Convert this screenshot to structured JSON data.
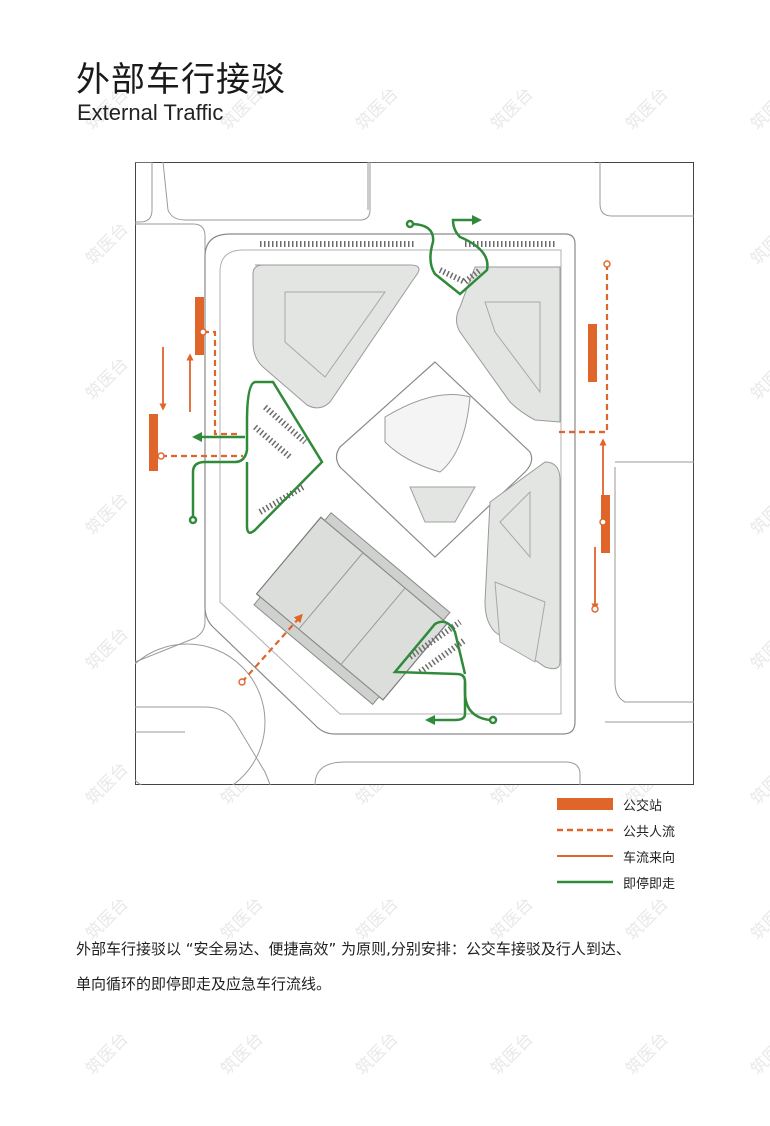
{
  "header": {
    "title_cn": "外部车行接驳",
    "title_en": "External Traffic"
  },
  "legend": [
    {
      "key": "bus_stop",
      "label": "公交站",
      "color": "#e0652a"
    },
    {
      "key": "pedestrian",
      "label": "公共人流",
      "color": "#e0652a"
    },
    {
      "key": "vehicle_direction",
      "label": "车流来向",
      "color": "#e0652a"
    },
    {
      "key": "drop_off",
      "label": "即停即走",
      "color": "#2f8a3a"
    }
  ],
  "caption": {
    "line1": "外部车行接驳以 “安全易达、便捷高效” 为原则,分别安排：公交车接驳及行人到达、",
    "line2": "单向循环的即停即走及应急车行流线。"
  },
  "watermark_text": "筑医台",
  "colors": {
    "orange": "#e0652a",
    "green": "#2f8a3a",
    "building_fill": "#e3e5e3",
    "road_line": "#8c8c8c"
  }
}
